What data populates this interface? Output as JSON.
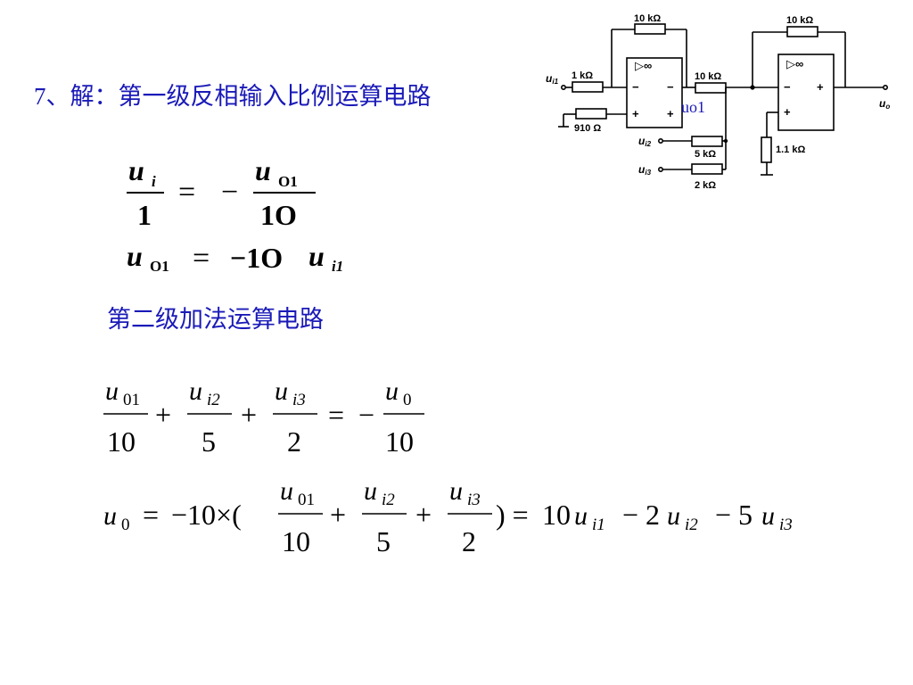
{
  "slide": {
    "title_prefix": "7、解：",
    "title": "第一级反相输入比例运算电路",
    "stage2_title": "第二级加法运算电路"
  },
  "circuit": {
    "labels": {
      "r_f1": "10 kΩ",
      "r_1": "1 kΩ",
      "r_p": "910 Ω",
      "r_mid": "10 kΩ",
      "r_f2": "10 kΩ",
      "r_i2": "5 kΩ",
      "r_i3": "2 kΩ",
      "r_p2": "1.1 kΩ",
      "ui1": "u",
      "ui1_sub": "i1",
      "ui2": "u",
      "ui2_sub": "i2",
      "ui3": "u",
      "ui3_sub": "i3",
      "uo": "u",
      "uo_sub": "o",
      "op1_symbol": "▷∞",
      "op2_symbol": "▷∞",
      "minus": "−",
      "plus": "+"
    },
    "uo1_annotation": "uo1"
  },
  "equations": {
    "eq1": {
      "lhs_num": "u",
      "lhs_num_sub": "i",
      "lhs_den": "1",
      "equals": "=",
      "minus": "−",
      "rhs_num": "u",
      "rhs_num_sub": "O1",
      "rhs_den": "1O"
    },
    "eq2": {
      "lhs": "u",
      "lhs_sub": "O1",
      "equals": "=",
      "rhs_coeff": "−1O",
      "rhs_var": "u",
      "rhs_sub": "i1"
    },
    "eq3": {
      "t1_num": "u",
      "t1_num_sub": "01",
      "t1_den": "10",
      "plus1": "+",
      "t2_num": "u",
      "t2_num_sub": "i2",
      "t2_den": "5",
      "plus2": "+",
      "t3_num": "u",
      "t3_num_sub": "i3",
      "t3_den": "2",
      "equals": "=",
      "minus": "−",
      "rhs_num": "u",
      "rhs_num_sub": "0",
      "rhs_den": "10"
    },
    "eq4": {
      "lhs": "u",
      "lhs_sub": "0",
      "equals": "=",
      "coeff": "−10×(",
      "t1_num": "u",
      "t1_num_sub": "01",
      "t1_den": "10",
      "plus1": "+",
      "t2_num": "u",
      "t2_num_sub": "i2",
      "t2_den": "5",
      "plus2": "+",
      "t3_num": "u",
      "t3_num_sub": "i3",
      "t3_den": "2",
      "close_equals": ") =",
      "r1_coeff": "10",
      "r1_var": "u",
      "r1_sub": "i1",
      "r2_coeff": "− 2",
      "r2_var": "u",
      "r2_sub": "i2",
      "r3_coeff": "− 5",
      "r3_var": "u",
      "r3_sub": "i3"
    }
  }
}
